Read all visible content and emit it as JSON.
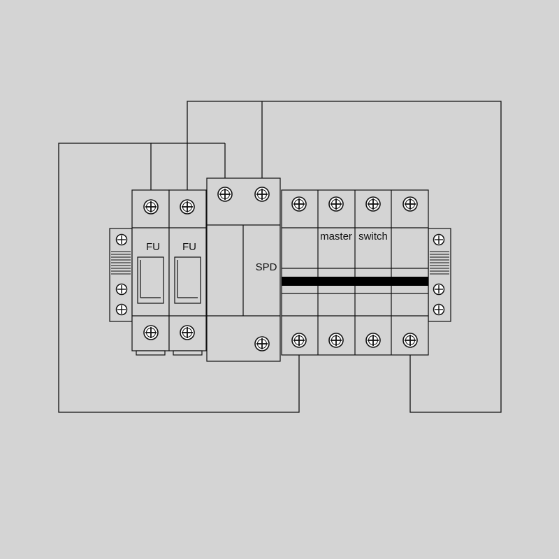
{
  "labels": {
    "fuse_1": "FU",
    "fuse_2": "FU",
    "spd": "SPD",
    "master_switch_left": "master",
    "master_switch_right": "switch"
  },
  "colors": {
    "background": "#d4d4d4",
    "stroke": "#111111",
    "terminal_fill": "#ffffff",
    "handle_bar": "#000000"
  }
}
